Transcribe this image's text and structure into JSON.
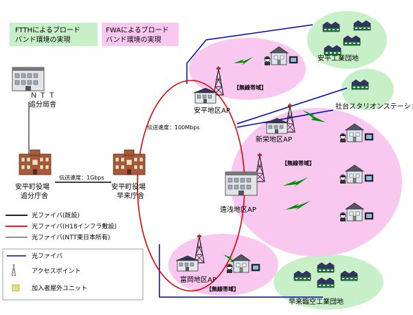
{
  "boxes": {
    "ftth": {
      "line1": "FTTHによるブロード",
      "line2": "バンド環境の実現",
      "color": "#c8f0c8"
    },
    "fwa": {
      "line1": "FWAによるブロード",
      "line2": "バンド環境の実現",
      "color": "#f8c8f0"
    }
  },
  "labels": {
    "ntt_line1": "Ｎ Ｔ Ｔ",
    "ntt_line2": "追分局舎",
    "yasuhira_ap": "安平地区AP",
    "shinei_ap": "新栄地区AP",
    "toasa_ap": "遠浅地区AP",
    "tomioka_ap": "富岡地区AP",
    "yasuhira_kogyo": "安平工業団地",
    "shadai": "社台スタリオンステーション",
    "hayakita_kogyo": "早来臨空工業団地",
    "oiwake_line1": "安平町役場",
    "oiwake_line2": "追分庁舎",
    "hayakita_line1": "安平町役場",
    "hayakita_line2": "早来庁舎",
    "speed_1g": "伝送速度：1Gbps",
    "speed_100m": "伝送速度：100Mbps",
    "band1": "【無線帯域】",
    "band2": "【無線帯域】",
    "band3": "【無線帯域】"
  },
  "legend": {
    "item1": "光ファイバ(既設)",
    "item2": "光ファイバ(H18インフラ敷設)",
    "item3": "光ファイバ(NTT東日本所有)",
    "item4": "光ファイバ",
    "item5": "アクセスポイント",
    "item6": "加入者屋外ユニット"
  },
  "colors": {
    "existing_fiber": "#000000",
    "h18_fiber": "#e00000",
    "ntt_fiber": "#808080",
    "fiber": "#0000c0",
    "green_area": "#c8f0c8",
    "pink_area": "#f8c8f0",
    "bolt": "#009000"
  }
}
